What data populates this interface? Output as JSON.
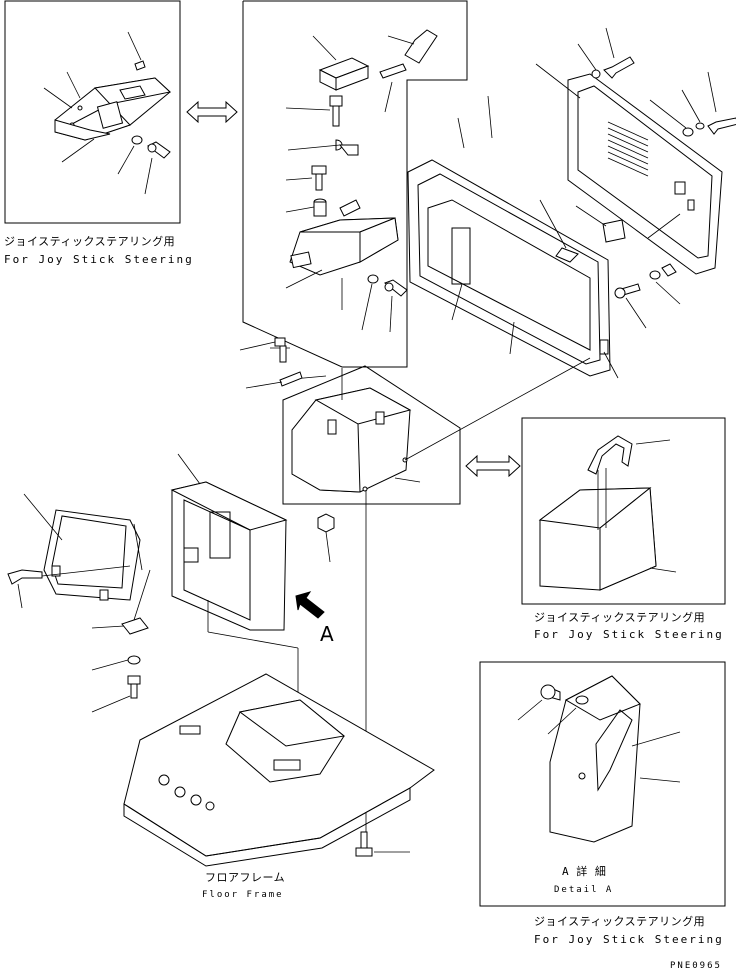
{
  "captions": {
    "top_left_jp": "ジョイスティックステアリング用",
    "top_left_en": "For Joy Stick Steering",
    "mid_right_jp": "ジョイスティックステアリング用",
    "mid_right_en": "For Joy Stick Steering",
    "bottom_right_jp": "ジョイスティックステアリング用",
    "bottom_right_en": "For Joy Stick Steering",
    "floor_jp": "フロアフレーム",
    "floor_en": "Floor Frame",
    "view_letter": "A",
    "detail_jp": "A 詳 細",
    "detail_en": "Detail A",
    "drawing_code": "PNE0965"
  }
}
